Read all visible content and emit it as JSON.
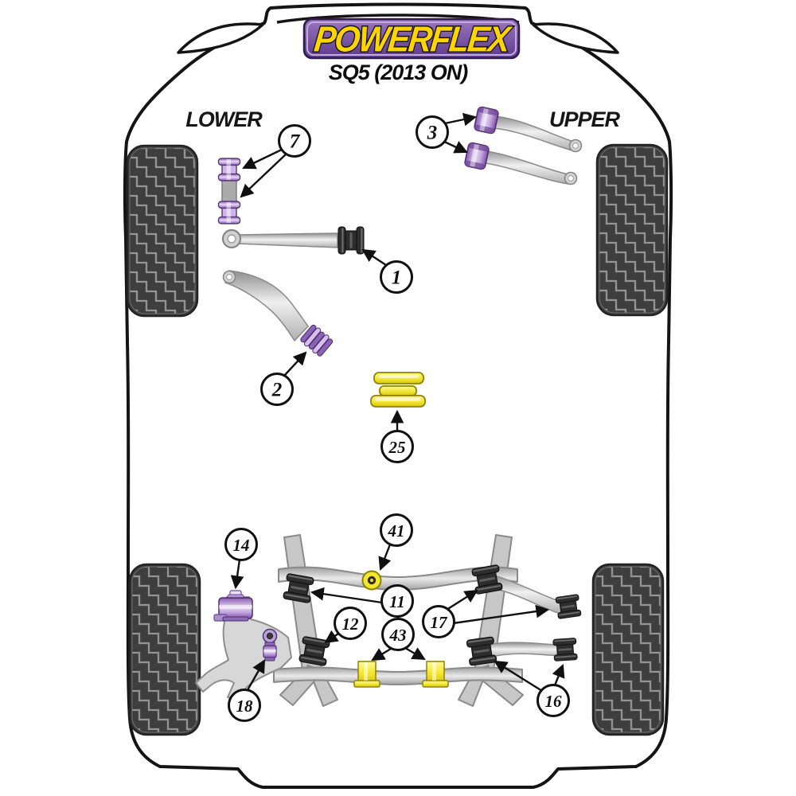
{
  "header": {
    "brand_logo": "POWERFLEX",
    "model": "SQ5 (2013 ON)"
  },
  "section_labels": {
    "lower": "LOWER",
    "upper": "UPPER"
  },
  "callouts": [
    {
      "number": "7",
      "target": "front-anti-roll-bar-link-bushes"
    },
    {
      "number": "3",
      "target": "front-upper-arm-bushes"
    },
    {
      "number": "1",
      "target": "front-lower-arm-rear-bush"
    },
    {
      "number": "2",
      "target": "front-lower-arm-front-bush"
    },
    {
      "number": "25",
      "target": "yellow-insert-stack"
    },
    {
      "number": "41",
      "target": "rear-anti-roll-bar-washer"
    },
    {
      "number": "14",
      "target": "rear-knuckle-top-bush"
    },
    {
      "number": "11",
      "target": "rear-subframe-front-bush"
    },
    {
      "number": "12",
      "target": "rear-subframe-rear-bush"
    },
    {
      "number": "17",
      "target": "rear-upper-arm-bushes"
    },
    {
      "number": "43",
      "target": "rear-anti-roll-bar-bushes"
    },
    {
      "number": "16",
      "target": "rear-lower-arm-bushes"
    },
    {
      "number": "18",
      "target": "rear-knuckle-link-bush"
    }
  ],
  "colors": {
    "polyurethane_purple": "#9c7ac1",
    "polyurethane_yellow": "#f4e42e",
    "bush_black": "#2d2d2d",
    "logo_purple": "#7b55a8",
    "logo_yellow": "#ffd400",
    "outline_black": "#141414",
    "arm_gray": "#c9c9c9"
  }
}
